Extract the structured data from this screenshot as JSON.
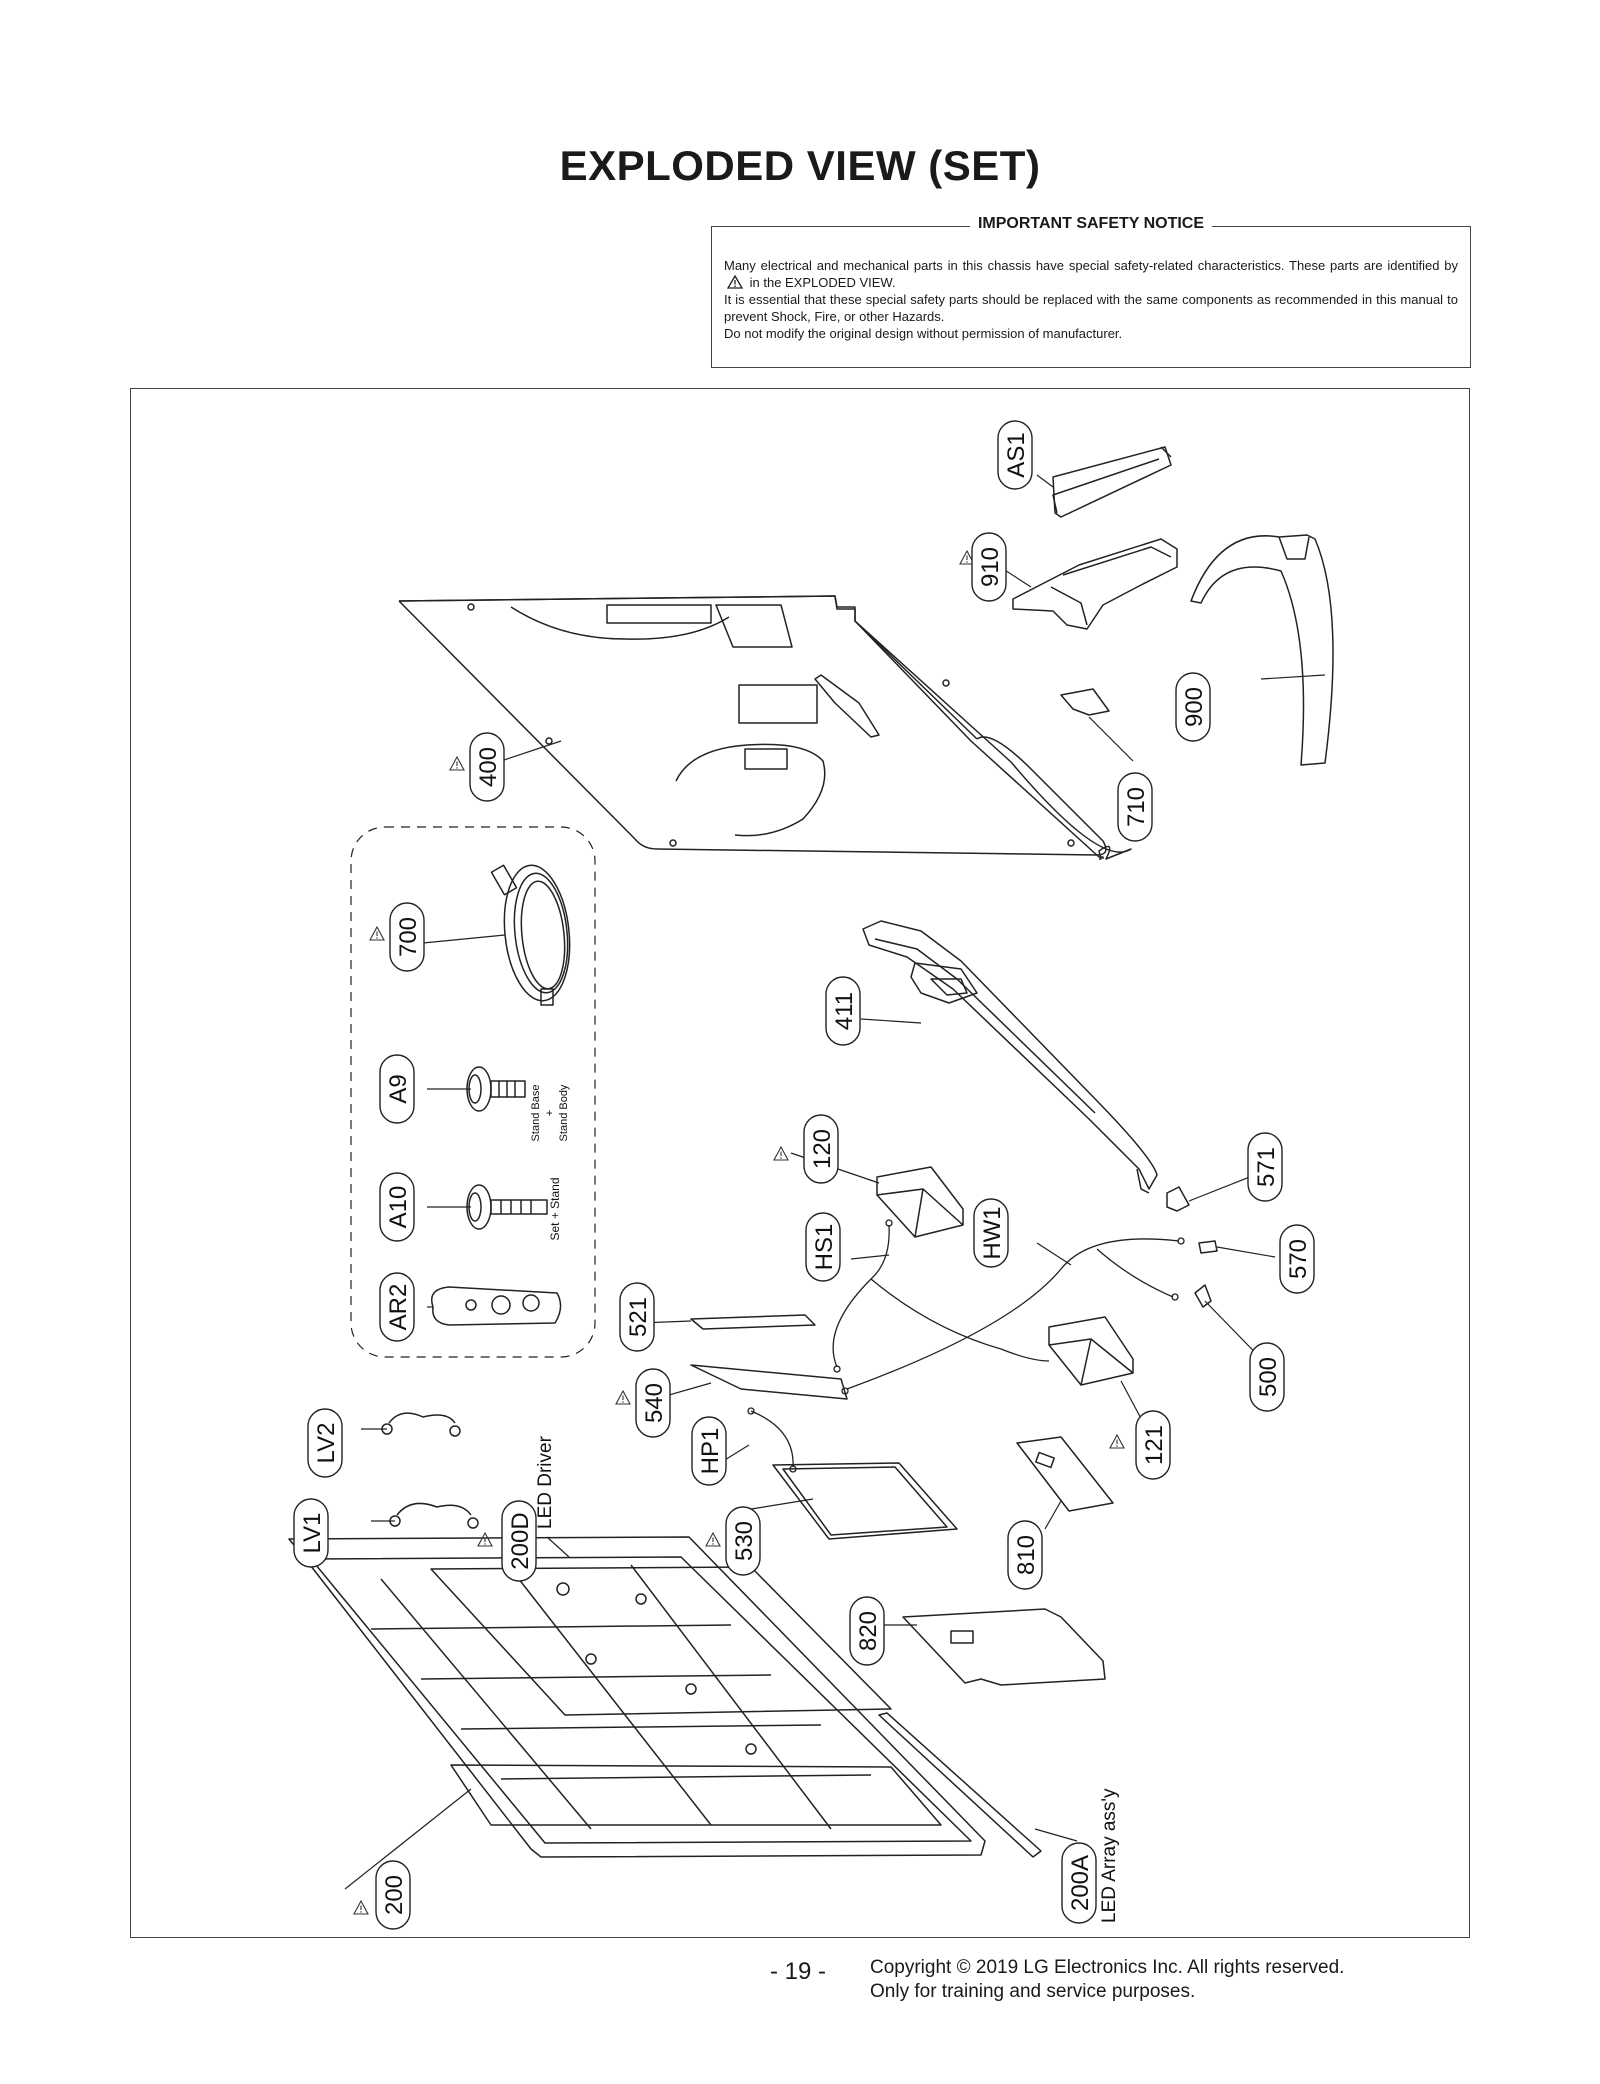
{
  "title": "EXPLODED VIEW (SET)",
  "notice": {
    "heading": "IMPORTANT SAFETY NOTICE",
    "line1a": "Many electrical and mechanical parts in this chassis have special safety-related characteristics. These parts are identified by",
    "line1b": "in the EXPLODED VIEW.",
    "line2": "It is essential that these special safety parts should be replaced with the same components as recommended in this manual to prevent Shock, Fire, or other Hazards.",
    "line3": "Do not modify the original design without permission of manufacturer."
  },
  "labels": {
    "as1": "AS1",
    "p910": "910",
    "p900": "900",
    "p710": "710",
    "p400": "400",
    "p700": "700",
    "a9": "A9",
    "a10": "A10",
    "ar2": "AR2",
    "p411": "411",
    "p120": "120",
    "hs1": "HS1",
    "hw1": "HW1",
    "p571": "571",
    "p570": "570",
    "p500": "500",
    "p521": "521",
    "p540": "540",
    "p121": "121",
    "hp1": "HP1",
    "lv2": "LV2",
    "lv1": "LV1",
    "p200d": "200D",
    "p530": "530",
    "p810": "810",
    "p820": "820",
    "p200": "200",
    "p200a": "200A"
  },
  "captions": {
    "led_driver": "LED Driver",
    "led_array": "LED Array ass'y",
    "stand_base": "Stand Base",
    "plus": "+",
    "stand_body": "Stand Body",
    "set_stand": "Set + Stand"
  },
  "footer": {
    "page": "- 19 -",
    "copyright1": "Copyright © 2019 LG Electronics Inc. All rights reserved.",
    "copyright2": "Only for training and service purposes."
  }
}
